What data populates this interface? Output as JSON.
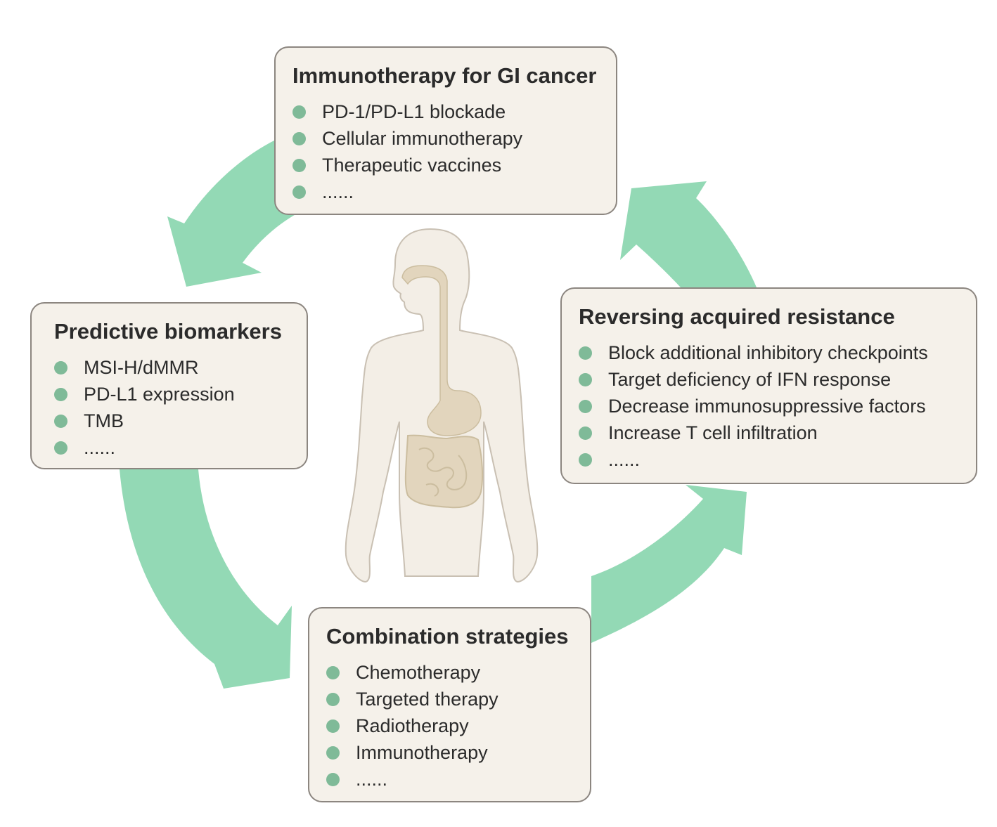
{
  "colors": {
    "arrow": "#93d9b5",
    "bullet": "#7fba98",
    "box_fill": "#f5f1ea",
    "box_border": "#8c8680",
    "body_fill": "#f3eee6",
    "body_outline": "#c9c0b3",
    "organ_fill": "#e2d5bd"
  },
  "boxes": {
    "top": {
      "title": "Immunotherapy for GI cancer",
      "items": [
        "PD-1/PD-L1 blockade",
        "Cellular immunotherapy",
        "Therapeutic vaccines",
        "......"
      ]
    },
    "left": {
      "title": "Predictive biomarkers",
      "items": [
        "MSI-H/dMMR",
        "PD-L1 expression",
        "TMB",
        "......"
      ]
    },
    "right": {
      "title": "Reversing acquired resistance",
      "items": [
        "Block additional inhibitory checkpoints",
        "Target deficiency of IFN response",
        "Decrease immunosuppressive factors",
        "Increase T cell infiltration",
        "......"
      ]
    },
    "bottom": {
      "title": "Combination strategies",
      "items": [
        "Chemotherapy",
        "Targeted therapy",
        "Radiotherapy",
        "Immunotherapy",
        "......"
      ]
    }
  },
  "icons": [
    "cycle-arrow-icon",
    "human-body-icon",
    "digestive-tract-icon",
    "bullet-icon"
  ]
}
